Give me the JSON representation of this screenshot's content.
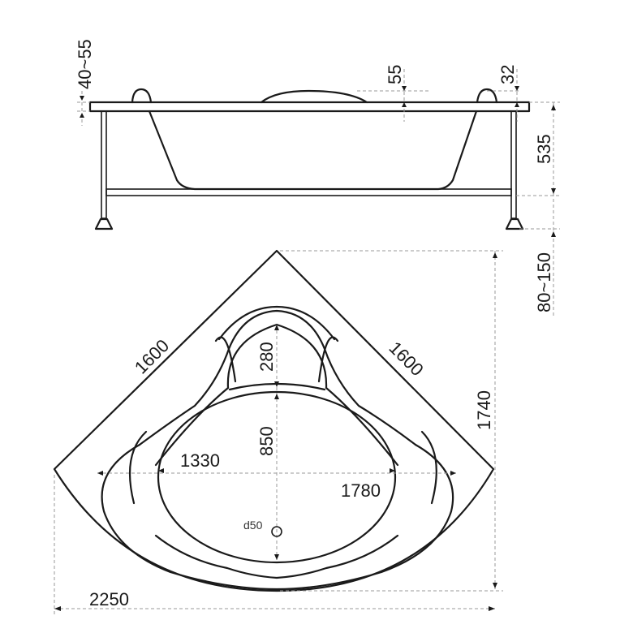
{
  "side_view": {
    "rim_adjust": "40~55",
    "headrest_height": "55",
    "rim_thickness": "32",
    "tub_depth": "535",
    "leg_adjust": "80~150"
  },
  "top_view": {
    "side_left": "1600",
    "side_right": "1600",
    "depth": "1740",
    "width": "2250",
    "headrest_length": "280",
    "inner_depth": "850",
    "inner_width": "1330",
    "outer_inner_width": "1780",
    "drain": "d50"
  }
}
